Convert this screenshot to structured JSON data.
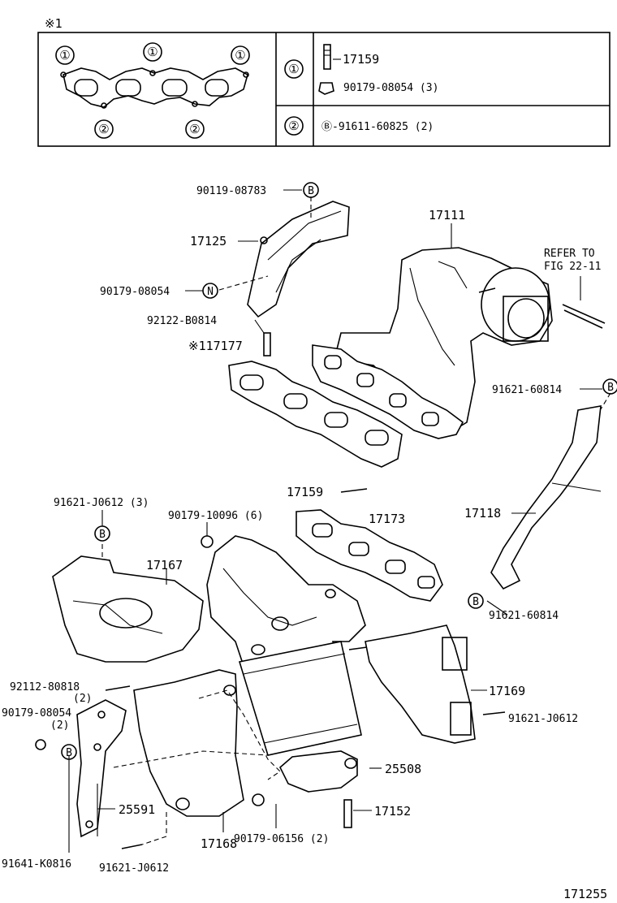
{
  "inset": {
    "note_mark": "※1",
    "callout_1": "①",
    "callout_2": "②",
    "row1_a": "17159",
    "row1_b": "90179-08054 (3)",
    "row2_a": "Ⓑ-91611-60825 (2)"
  },
  "labels": {
    "p90119": "90119-08783",
    "p17125": "17125",
    "p17111": "17111",
    "refer1": "REFER TO",
    "refer2": "FIG 22-11",
    "p90179_08054a": "90179-08054",
    "p92122": "92122-B0814",
    "p117177": "※117177",
    "p91621_60814a": "91621-60814",
    "p17159": "17159",
    "p17173": "17173",
    "p17118": "17118",
    "p91621_J0612_3": "91621-J0612 (3)",
    "p90179_10096": "90179-10096 (6)",
    "p17167": "17167",
    "p91621_60814b": "91621-60814",
    "p92112_a": "92112-80818",
    "p92112_b": "(2)",
    "p90179_08054b_a": "90179-08054",
    "p90179_08054b_b": "(2)",
    "p17169": "17169",
    "p91621_J0612a": "91621-J0612",
    "p25508": "25508",
    "p25591": "25591",
    "p17152": "17152",
    "p17168": "17168",
    "p91641": "91641-K0816",
    "p91621_J0612b": "91621-J0612",
    "p90179_06156": "90179-06156 (2)",
    "figno": "171255"
  },
  "symbols": {
    "B": "B",
    "N": "N"
  }
}
